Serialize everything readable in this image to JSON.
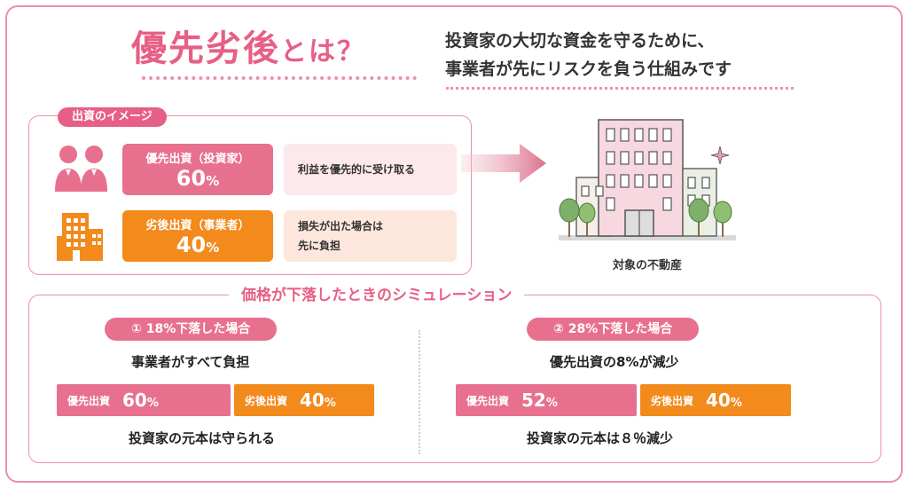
{
  "header": {
    "title_main": "優先劣後",
    "title_suffix": "とは？",
    "subtitle_line1": "投資家の大切な資金を守るために、",
    "subtitle_line2": "事業者が先にリスクを負う仕組みです"
  },
  "investment": {
    "label": "出資のイメージ",
    "priority": {
      "label": "優先出資（投資家）",
      "value": "60",
      "unit": "%"
    },
    "subordinate": {
      "label": "劣後出資（事業者）",
      "value": "40",
      "unit": "%"
    },
    "priority_note": "利益を優先的に受け取る",
    "subordinate_note_line1": "損失が出た場合は",
    "subordinate_note_line2": "先に負担"
  },
  "property": {
    "caption": "対象の不動産"
  },
  "simulation": {
    "title": "価格が下落したときのシミュレーション",
    "case1": {
      "label": "① 18%下落した場合",
      "description": "事業者がすべて負担",
      "priority_label": "優先出資",
      "priority_value": "60",
      "priority_unit": "%",
      "subordinate_label": "劣後出資",
      "subordinate_value": "40",
      "subordinate_unit": "%",
      "result": "投資家の元本は守られる"
    },
    "case2": {
      "label": "② 28%下落した場合",
      "description": "優先出資の8%が減少",
      "priority_label": "優先出資",
      "priority_value": "52",
      "priority_unit": "%",
      "subordinate_label": "劣後出資",
      "subordinate_value": "40",
      "subordinate_unit": "%",
      "result": "投資家の元本は８％減少"
    }
  },
  "colors": {
    "accent_pink": "#e75f86",
    "box_pink": "#e8708f",
    "box_orange": "#f28a1c",
    "note_pink": "#fde8ec",
    "note_orange": "#fde7dc"
  },
  "icons": [
    "people-icon",
    "office-building-icon",
    "right-arrow-icon",
    "real-estate-building-icon",
    "sparkle-icon"
  ]
}
